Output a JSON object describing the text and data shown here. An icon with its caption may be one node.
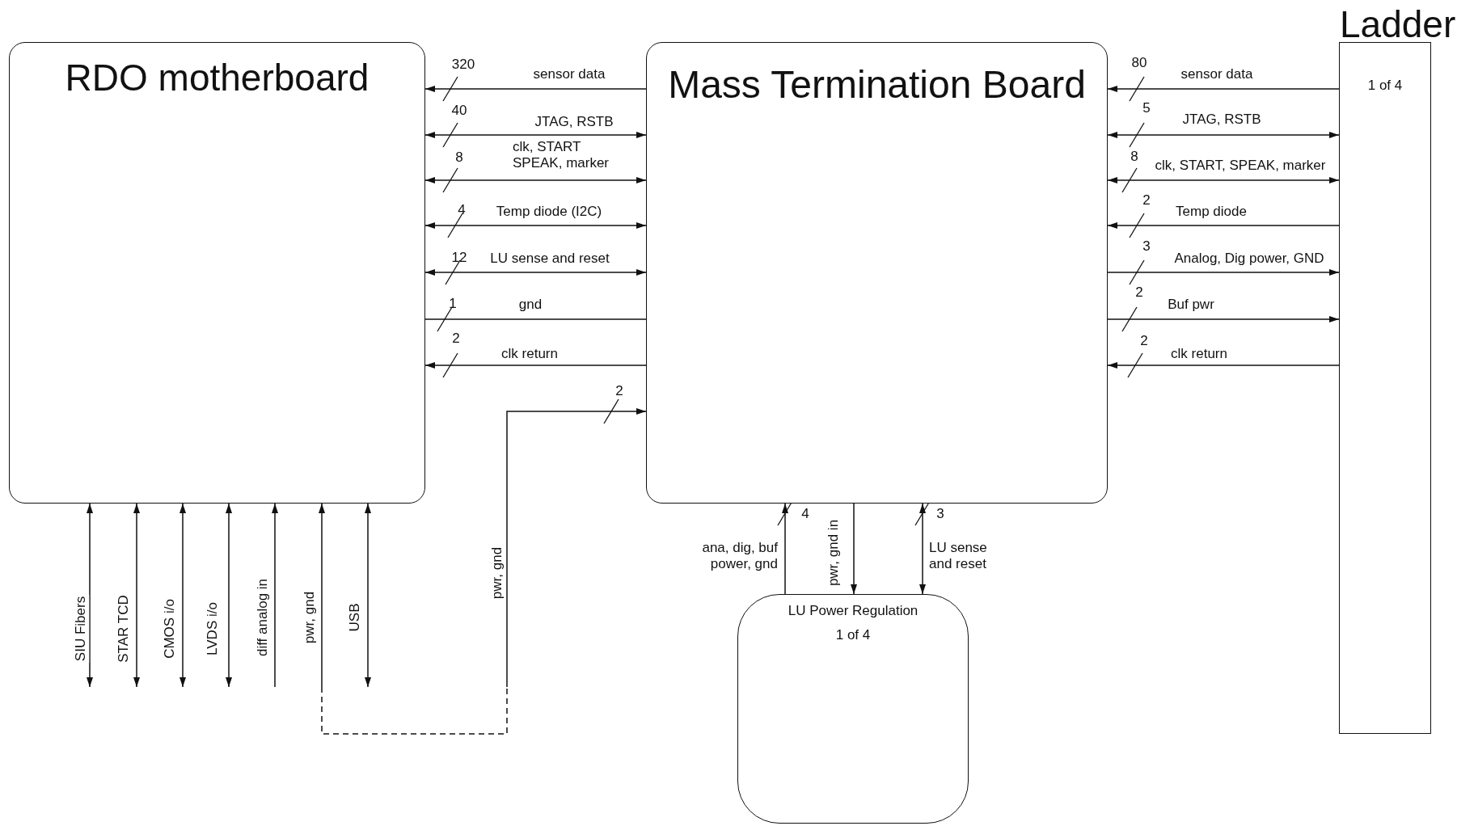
{
  "diagram": {
    "nodes": [
      {
        "text": [
          "RDO motherboard"
        ]
      },
      {
        "text": [
          "Mass Termination Board"
        ]
      },
      {
        "text": [
          "Ladder",
          "1 of 4"
        ]
      },
      {
        "text": [
          "LU Power Regulation",
          "1 of 4"
        ]
      }
    ],
    "edges": [
      {
        "from": 1,
        "to": 0,
        "arrow": "to",
        "label": "sensor data"
      },
      {
        "from": 0,
        "to": 1,
        "arrow": "both",
        "label": "JTAG, RSTB"
      },
      {
        "from": 0,
        "to": 1,
        "arrow": "both",
        "label": "clk, START SPEAK, marker"
      },
      {
        "from": 0,
        "to": 1,
        "arrow": "both",
        "label": "Temp diode (I2C)"
      },
      {
        "from": 0,
        "to": 1,
        "arrow": "both",
        "label": "LU sense and reset"
      },
      {
        "from": 0,
        "to": 1,
        "arrow": "none",
        "label": "gnd"
      },
      {
        "from": 1,
        "to": 0,
        "arrow": "to",
        "label": "clk return"
      },
      {
        "from": null,
        "to": 1,
        "arrow": "to",
        "label": "pwr, gnd"
      },
      {
        "from": 2,
        "to": 1,
        "arrow": "to",
        "label": "sensor data"
      },
      {
        "from": 1,
        "to": 2,
        "arrow": "both",
        "label": "JTAG, RSTB"
      },
      {
        "from": 1,
        "to": 2,
        "arrow": "both",
        "label": "clk, START, SPEAK, marker"
      },
      {
        "from": 2,
        "to": 1,
        "arrow": "to",
        "label": "Temp diode"
      },
      {
        "from": 1,
        "to": 2,
        "arrow": "to",
        "label": "Analog, Dig power, GND"
      },
      {
        "from": 1,
        "to": 2,
        "arrow": "to",
        "label": "Buf pwr"
      },
      {
        "from": 2,
        "to": 1,
        "arrow": "to",
        "label": "clk return"
      },
      {
        "from": 3,
        "to": 1,
        "arrow": "to",
        "label": "ana, dig, buf power, gnd"
      },
      {
        "from": 1,
        "to": 3,
        "arrow": "to",
        "label": "pwr, gnd in"
      },
      {
        "from": 1,
        "to": 3,
        "arrow": "both",
        "label": "LU sense and reset"
      },
      {
        "from": null,
        "to": 0,
        "arrow": "both",
        "label": "SIU Fibers"
      },
      {
        "from": null,
        "to": 0,
        "arrow": "both",
        "label": "STAR TCD"
      },
      {
        "from": null,
        "to": 0,
        "arrow": "both",
        "label": "CMOS i/o"
      },
      {
        "from": null,
        "to": 0,
        "arrow": "both",
        "label": "LVDS i/o"
      },
      {
        "from": null,
        "to": 0,
        "arrow": "to",
        "label": "diff analog in"
      },
      {
        "from": null,
        "to": 0,
        "arrow": "to",
        "label": "pwr, gnd"
      },
      {
        "from": null,
        "to": 0,
        "arrow": "both",
        "label": "USB"
      }
    ],
    "labels": [
      "320",
      "80",
      "40",
      "5",
      "8",
      "8",
      "4",
      "2",
      "12",
      "3",
      "1",
      "2",
      "2",
      "2",
      "2",
      "4",
      "3"
    ]
  }
}
